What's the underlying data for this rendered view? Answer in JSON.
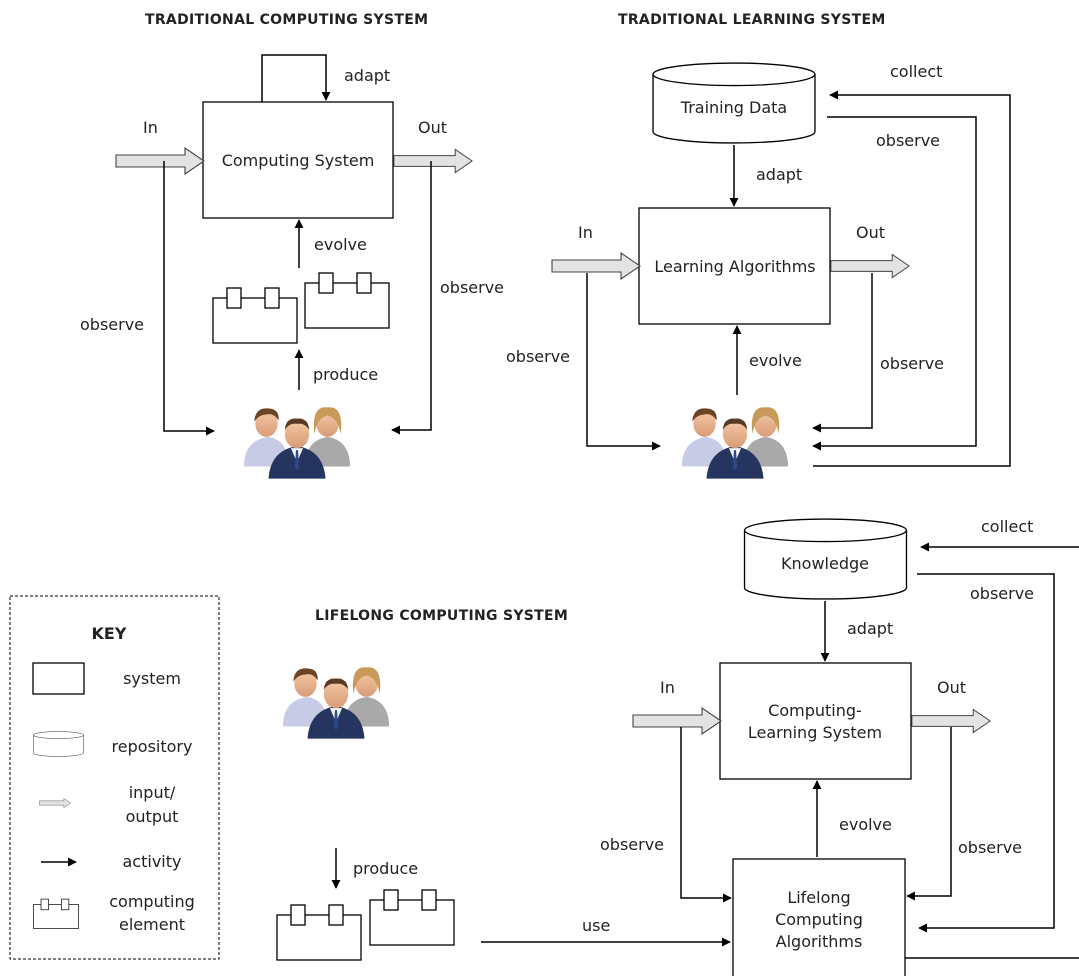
{
  "traditional_computing": {
    "title": "TRADITIONAL COMPUTING SYSTEM",
    "system_label": "Computing System",
    "in": "In",
    "out": "Out",
    "adapt": "adapt",
    "evolve": "evolve",
    "produce": "produce",
    "observe_left": "observe",
    "observe_right": "observe"
  },
  "traditional_learning": {
    "title": "TRADITIONAL LEARNING SYSTEM",
    "repository_label": "Training Data",
    "system_label": "Learning Algorithms",
    "collect": "collect",
    "observe_repo": "observe",
    "adapt": "adapt",
    "in": "In",
    "out": "Out",
    "evolve": "evolve",
    "observe_left": "observe",
    "observe_right": "observe"
  },
  "lifelong_computing": {
    "title": "LIFELONG COMPUTING SYSTEM",
    "repository_label": "Knowledge",
    "collect": "collect",
    "observe_repo": "observe",
    "adapt": "adapt",
    "system_label_line1": "Computing-",
    "system_label_line2": "Learning System",
    "in": "In",
    "out": "Out",
    "evolve": "evolve",
    "observe_left": "observe",
    "observe_right": "observe",
    "produce": "produce",
    "use": "use",
    "algorithms_line1": "Lifelong",
    "algorithms_line2": "Computing",
    "algorithms_line3": "Algorithms"
  },
  "key": {
    "title": "KEY",
    "system": "system",
    "repository": "repository",
    "io_line1": "input/",
    "io_line2": "output",
    "activity": "activity",
    "element_line1": "computing",
    "element_line2": "element"
  },
  "icons": [
    "people-group-icon",
    "computing-element-icon",
    "repository-icon",
    "io-arrow-icon",
    "activity-arrow-icon"
  ]
}
